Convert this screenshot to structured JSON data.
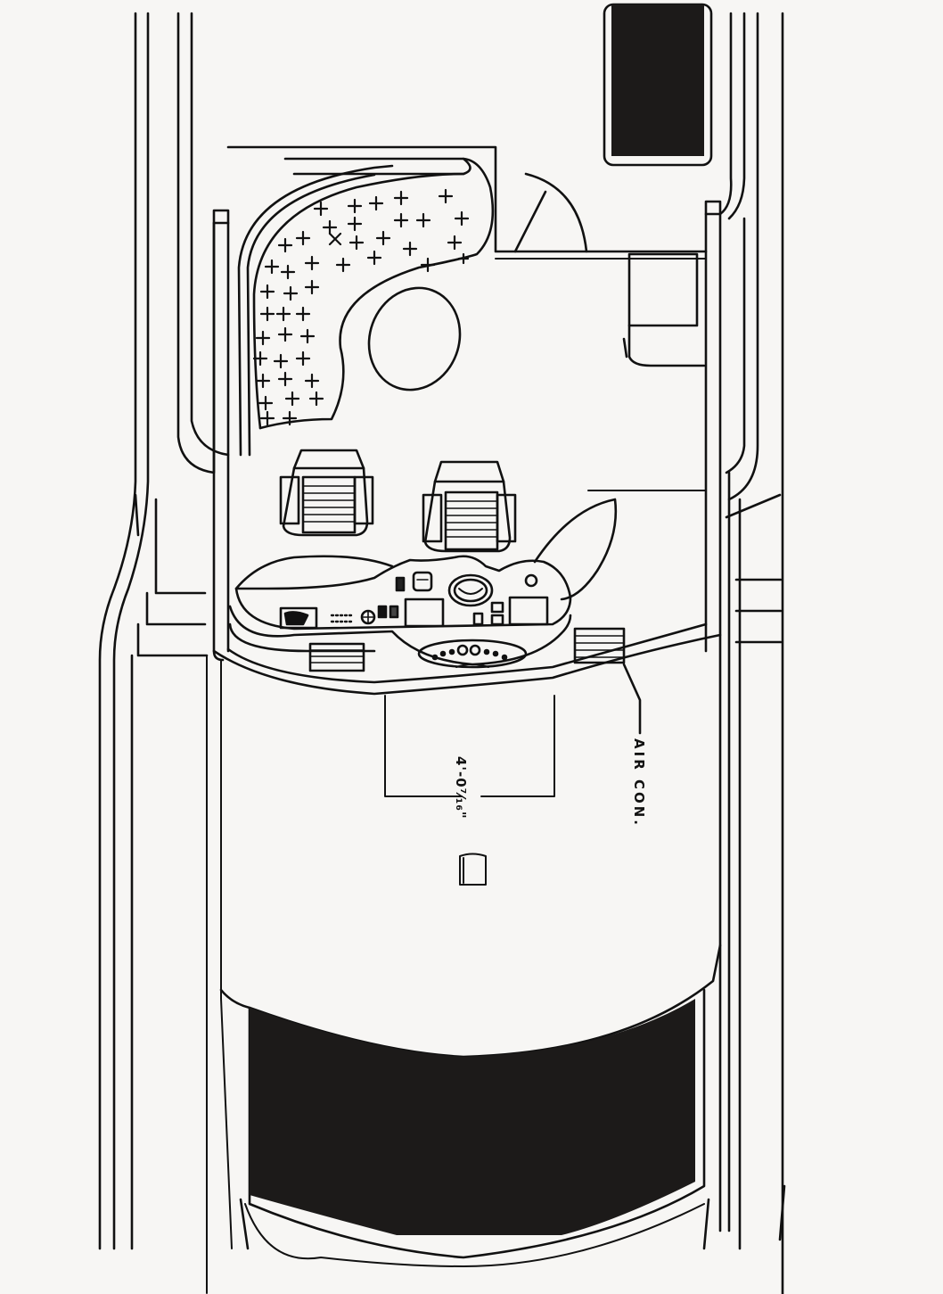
{
  "drawing": {
    "type": "deck plan - helm station (top view)",
    "colors": {
      "paper": "#f7f6f4",
      "ink": "#111111",
      "fill_dark": "#1c1a19"
    }
  },
  "annotations": {
    "air_conditioning": "AIR CON.",
    "dimension": "4'-0⁷⁄₁₆\""
  },
  "elements": {
    "lounge_seating": "L-shaped settee (hatched)",
    "table": "oval table",
    "helm_seats": [
      "helm seat port",
      "helm seat starboard"
    ],
    "console": "helm console with steering wheel, displays and switches",
    "air_vents": [
      "vent port",
      "vent starboard"
    ],
    "hatch_forward": "dark hatch (forward)",
    "hatch_aft": "dark hatch (aft)",
    "door": "swing door",
    "cabinet": "cabinet / locker"
  }
}
